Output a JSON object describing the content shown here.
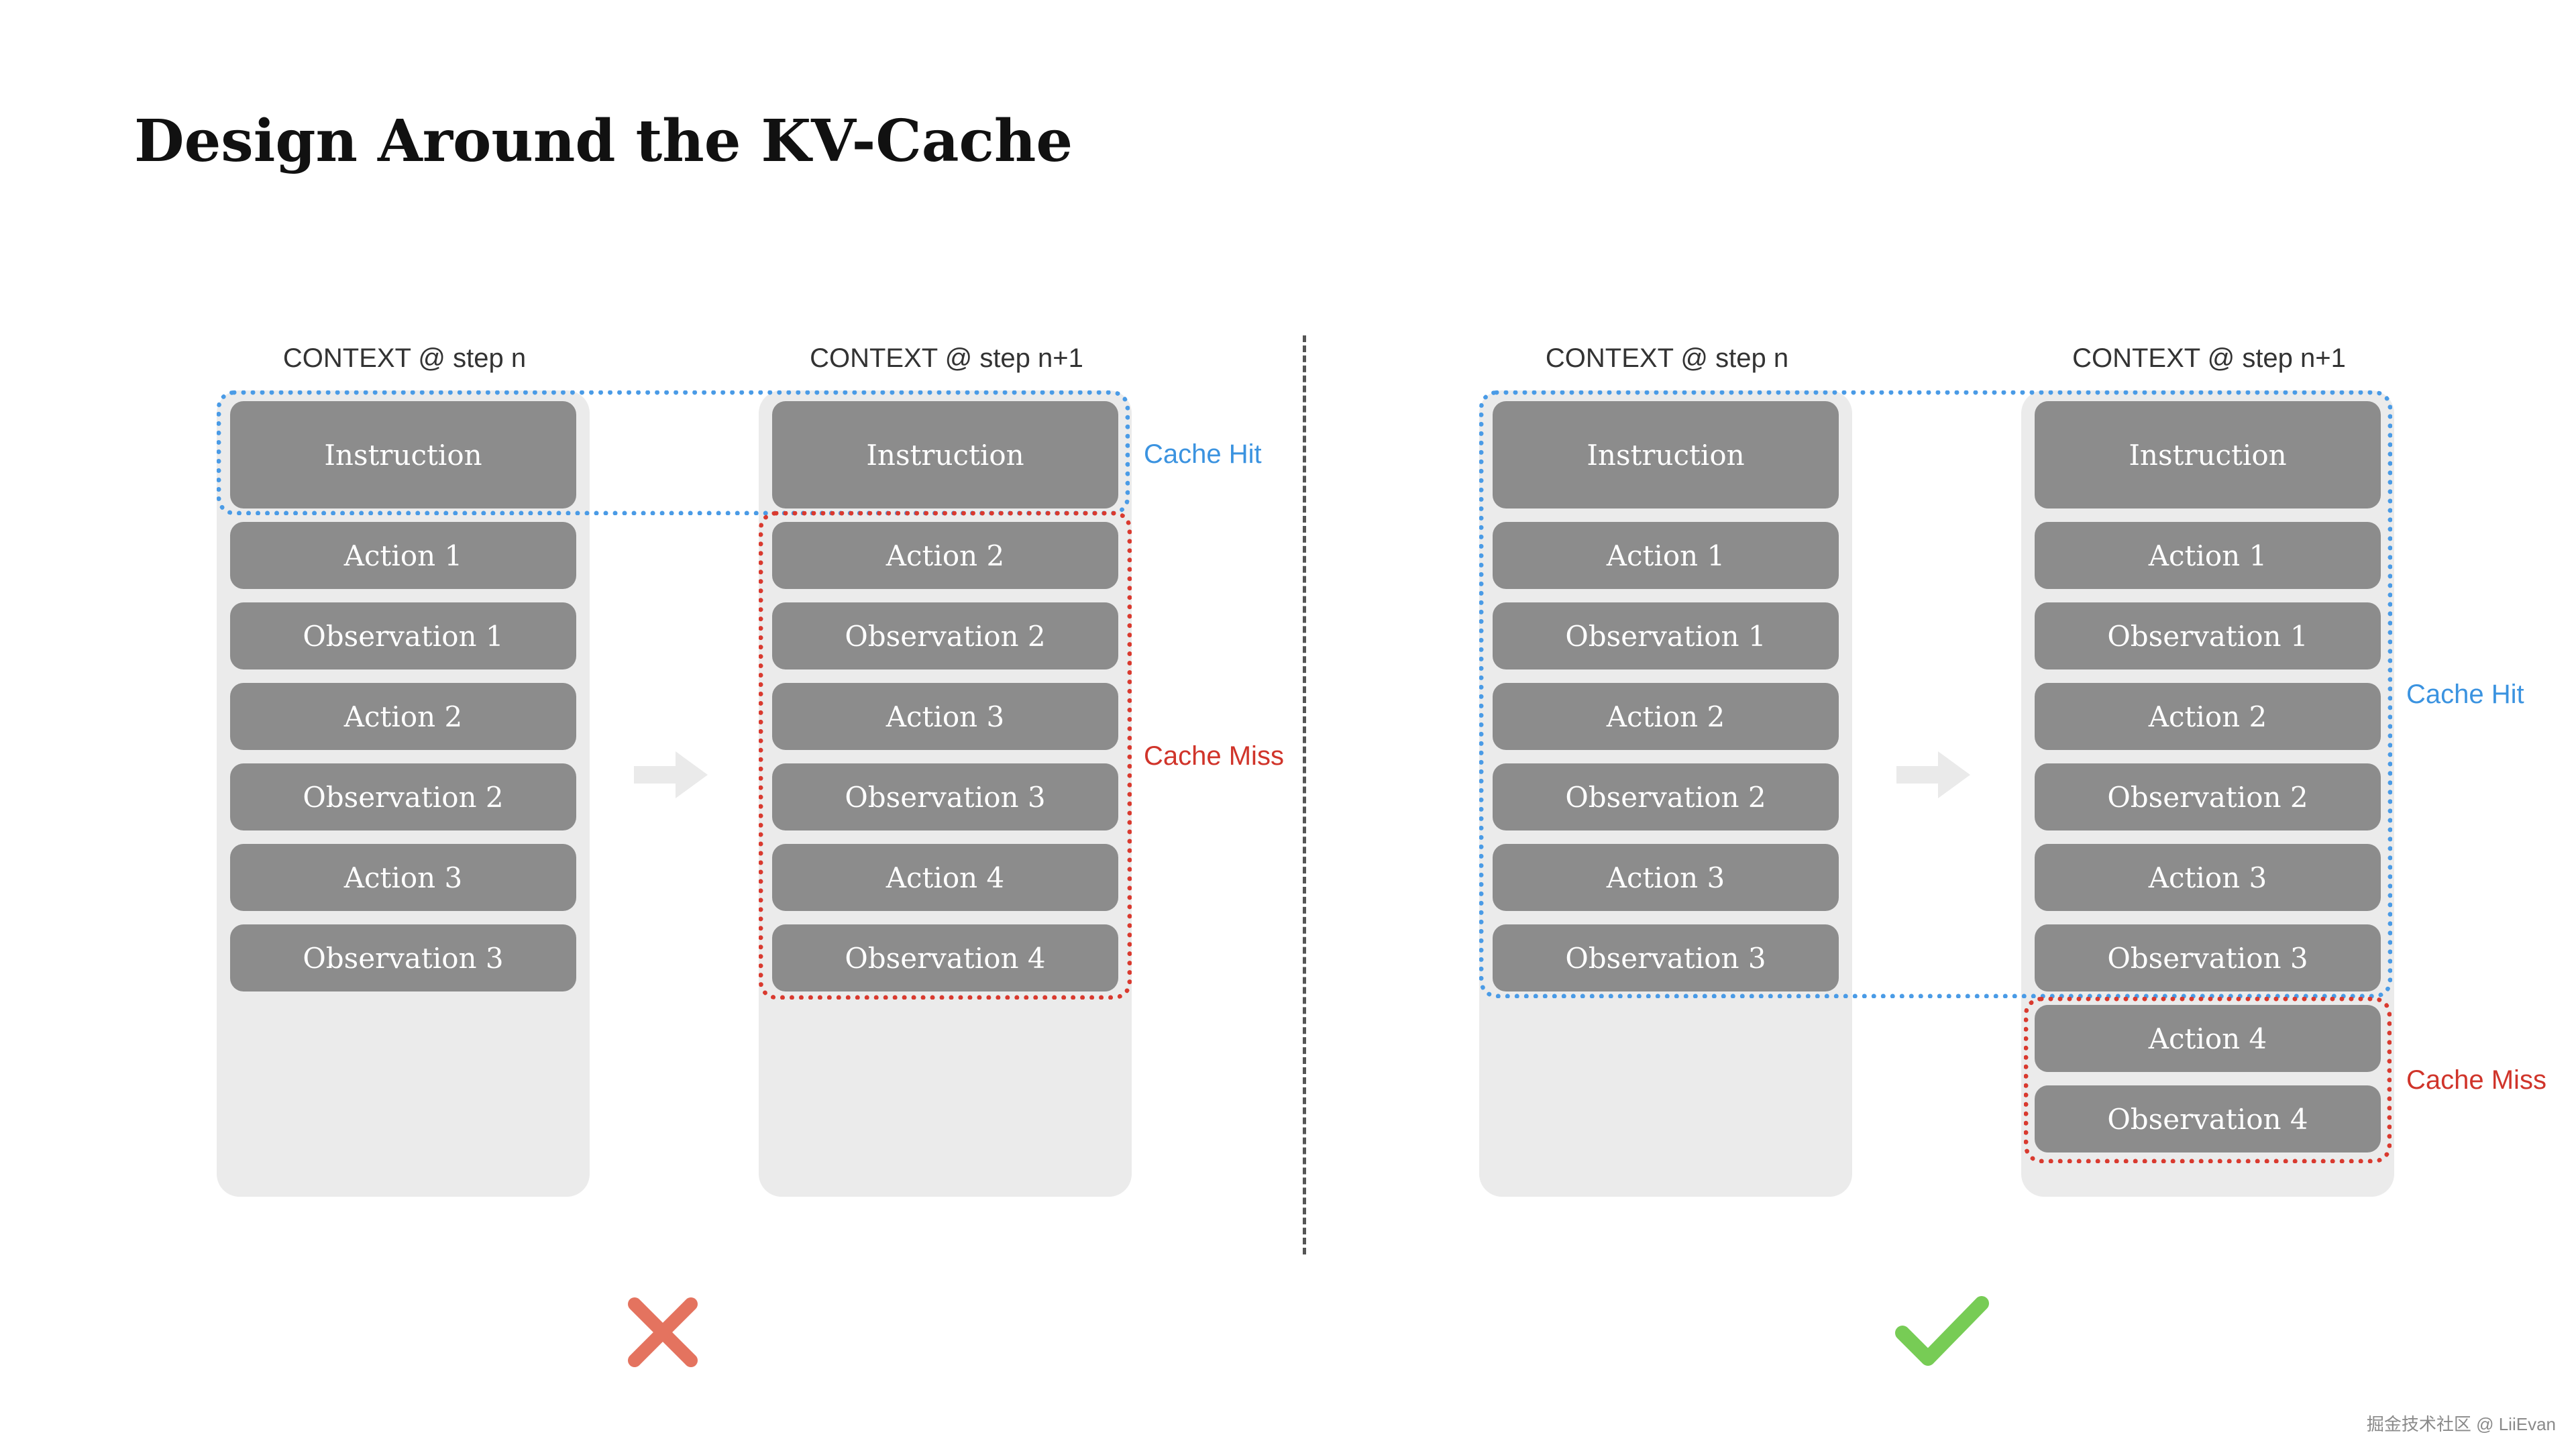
{
  "title": "Design Around the KV-Cache",
  "labels": {
    "step_n": "CONTEXT @ step n",
    "step_n1": "CONTEXT @ step n+1",
    "cache_hit": "Cache Hit",
    "cache_miss": "Cache Miss"
  },
  "bad_example": {
    "step_n_blocks": [
      "Instruction",
      "Action 1",
      "Observation 1",
      "Action 2",
      "Observation 2",
      "Action 3",
      "Observation 3"
    ],
    "step_n1_blocks": [
      "Instruction",
      "Action 2",
      "Observation 2",
      "Action 3",
      "Observation 3",
      "Action 4",
      "Observation 4"
    ],
    "verdict_icon": "cross-icon"
  },
  "good_example": {
    "step_n_blocks": [
      "Instruction",
      "Action 1",
      "Observation 1",
      "Action 2",
      "Observation 2",
      "Action 3",
      "Observation 3"
    ],
    "step_n1_blocks": [
      "Instruction",
      "Action 1",
      "Observation 1",
      "Action 2",
      "Observation 2",
      "Action 3",
      "Observation 3",
      "Action 4",
      "Observation 4"
    ],
    "verdict_icon": "check-icon"
  },
  "colors": {
    "cache_hit": "#4a9be6",
    "cache_miss": "#d93a2f",
    "block": "#8c8c8c",
    "column_bg": "#ebebeb",
    "cross": "#e4735f",
    "check": "#77cc55"
  },
  "watermark": "掘金技术社区 @ LiiEvan"
}
